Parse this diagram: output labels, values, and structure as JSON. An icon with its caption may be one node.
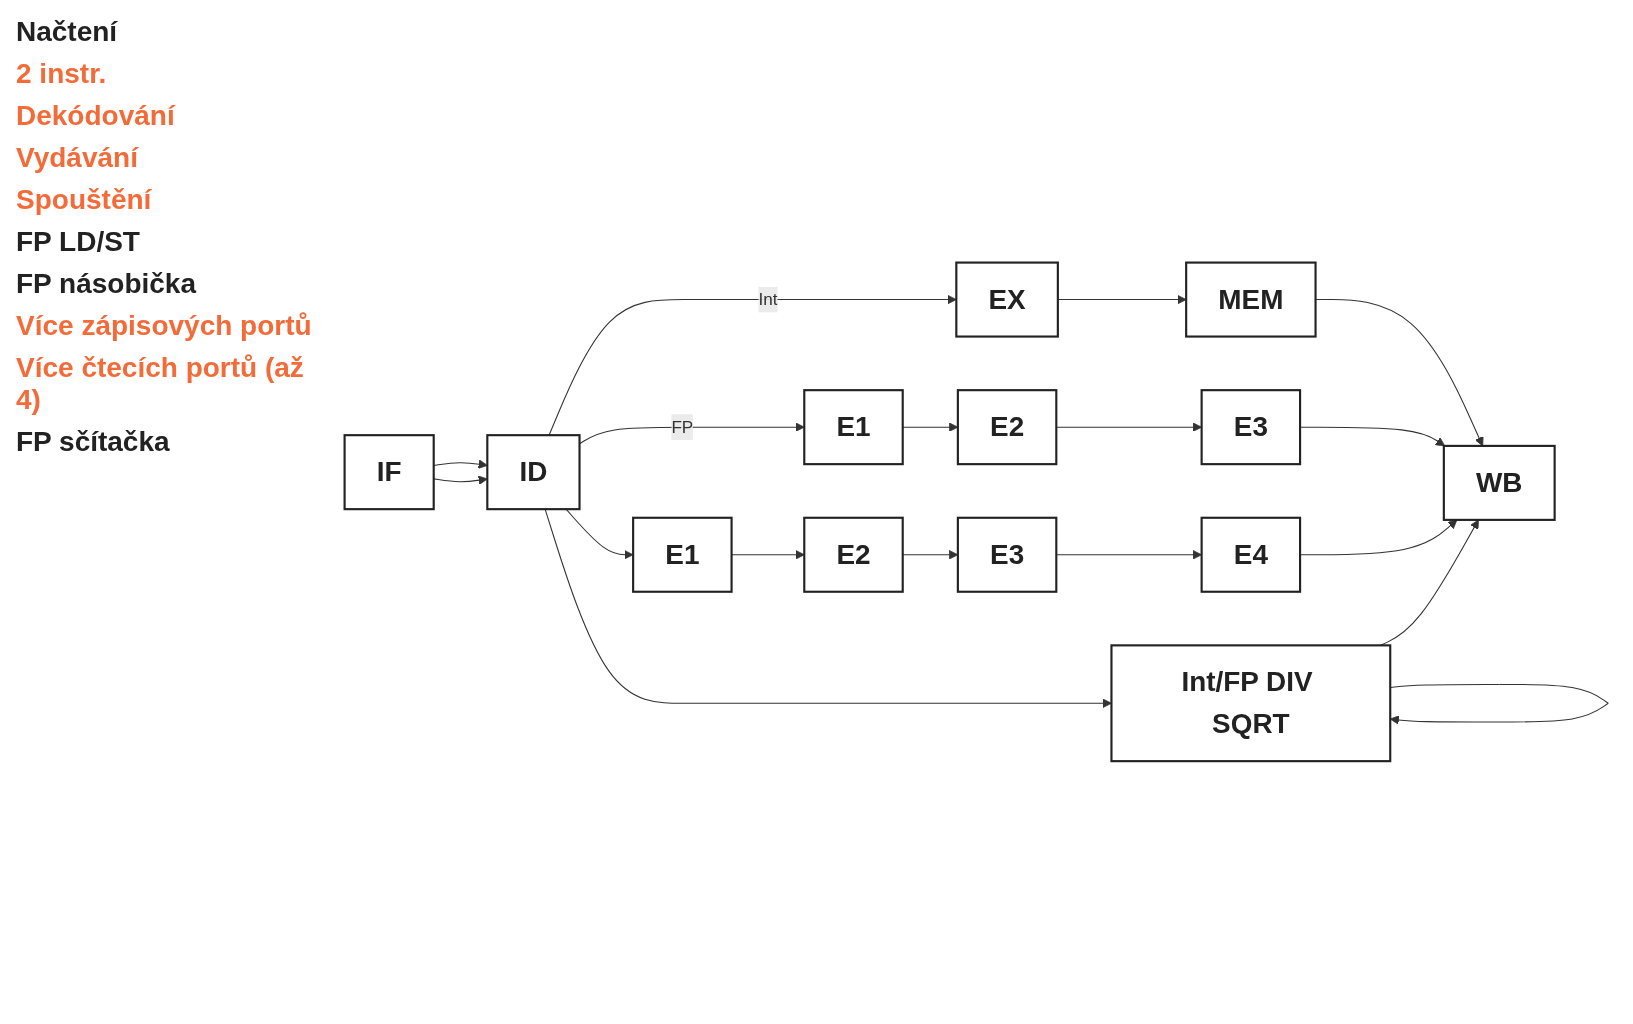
{
  "diagram": {
    "nodes": [
      {
        "text": [
          "IF"
        ]
      },
      {
        "text": [
          "ID"
        ]
      },
      {
        "text": [
          "EX"
        ]
      },
      {
        "text": [
          "MEM"
        ]
      },
      {
        "text": [
          "E1"
        ]
      },
      {
        "text": [
          "E2"
        ]
      },
      {
        "text": [
          "E3"
        ]
      },
      {
        "text": [
          "E1"
        ]
      },
      {
        "text": [
          "E2"
        ]
      },
      {
        "text": [
          "E3"
        ]
      },
      {
        "text": [
          "E4"
        ]
      },
      {
        "text": [
          "Int/FP DIV SQRT"
        ]
      },
      {
        "text": [
          "WB"
        ]
      }
    ],
    "edges": [
      {
        "from": 0,
        "to": 1,
        "arrow": "to"
      },
      {
        "from": 0,
        "to": 1,
        "arrow": "to"
      },
      {
        "from": 1,
        "to": 2,
        "arrow": "to",
        "label": "Int"
      },
      {
        "from": 2,
        "to": 3,
        "arrow": "to"
      },
      {
        "from": 1,
        "to": 4,
        "arrow": "to",
        "label": "FP"
      },
      {
        "from": 4,
        "to": 5,
        "arrow": "to"
      },
      {
        "from": 5,
        "to": 6,
        "arrow": "to"
      },
      {
        "from": 1,
        "to": 7,
        "arrow": "to"
      },
      {
        "from": 7,
        "to": 8,
        "arrow": "to"
      },
      {
        "from": 8,
        "to": 9,
        "arrow": "to"
      },
      {
        "from": 9,
        "to": 10,
        "arrow": "to"
      },
      {
        "from": 1,
        "to": 11,
        "arrow": "to"
      },
      {
        "from": 11,
        "to": 11,
        "arrow": "to"
      },
      {
        "from": 3,
        "to": 12,
        "arrow": "to"
      },
      {
        "from": 6,
        "to": 12,
        "arrow": "to"
      },
      {
        "from": 10,
        "to": 12,
        "arrow": "to"
      },
      {
        "from": 11,
        "to": 12,
        "arrow": "to"
      }
    ],
    "labels": [
      "Načtení",
      "2 instr.",
      "Dekódování",
      "Vydávání",
      "Spouštění",
      "FP LD/ST",
      "FP násobička",
      "Více zápisových portů",
      "Více čtecích portů (až 4)",
      "FP sčítačka"
    ]
  }
}
